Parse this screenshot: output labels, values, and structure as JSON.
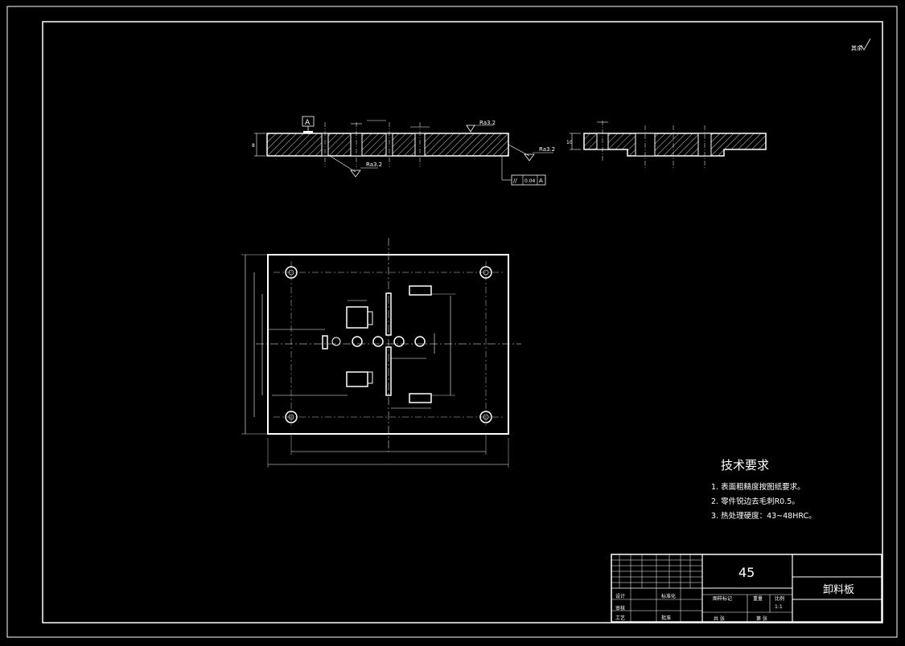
{
  "drawing": {
    "surface_finish_note": "其余",
    "roughness": {
      "top": "Ra3.2",
      "bottom": "Ra3.2",
      "right": "Ra3.2"
    },
    "datum_label": "A",
    "tolerance_frame": {
      "symbol": "//",
      "value": "0.04",
      "datum": "A"
    },
    "thickness_dim": "8",
    "step_dim": "10"
  },
  "technical_requirements": {
    "title": "技术要求",
    "items": [
      "1. 表面粗糙度按图纸要求。",
      "2. 零件锐边去毛刺R0.5。",
      "3. 热处理硬度：43~48HRC。"
    ]
  },
  "title_block": {
    "material": "45",
    "part_name": "卸料板",
    "scale_label": "比例",
    "weight_label": "重量",
    "drawing_label": "图样标记",
    "scale_value": "1:1",
    "designer_label": "设计",
    "checker_label": "审核",
    "standard_label": "标准化",
    "process_label": "工艺",
    "approve_label": "批准",
    "sheet_label": "共 张",
    "sheet_of": "第 张"
  },
  "colors": {
    "line": "#ffffff",
    "background": "#000000"
  }
}
